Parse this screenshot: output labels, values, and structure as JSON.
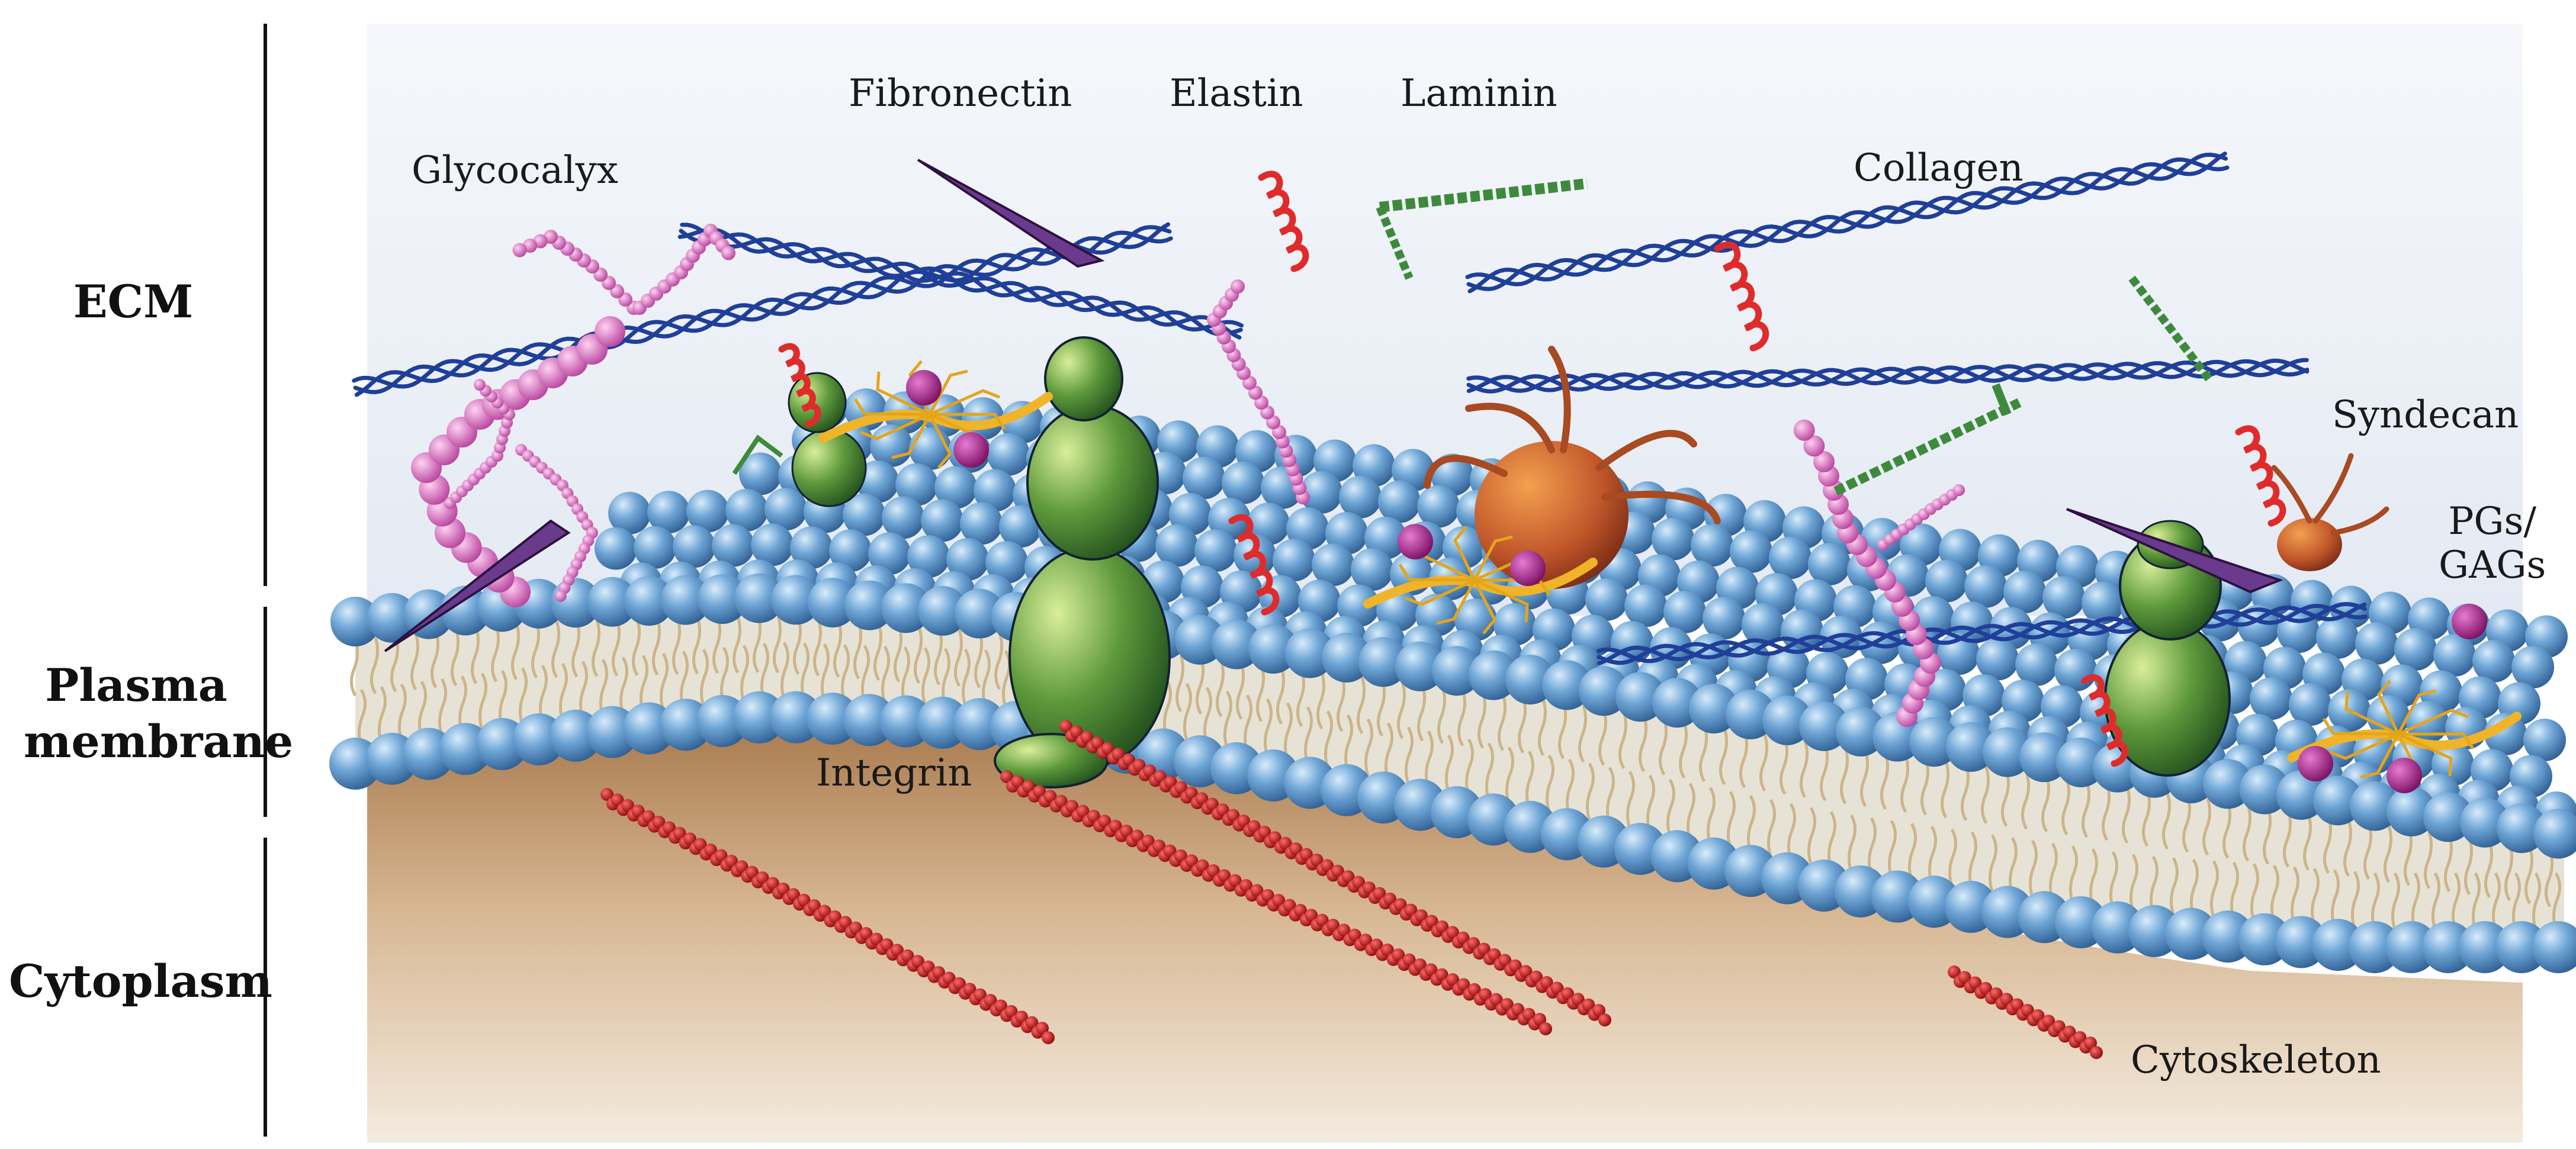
{
  "regions": [
    {
      "key": "ecm",
      "lines": [
        "ECM"
      ]
    },
    {
      "key": "plasma_membrane",
      "lines": [
        "Plasma",
        "membrane"
      ]
    },
    {
      "key": "cytoplasm",
      "lines": [
        "Cytoplasm"
      ]
    }
  ],
  "components": {
    "glycocalyx": "Glycocalyx",
    "fibronectin": "Fibronectin",
    "elastin": "Elastin",
    "laminin": "Laminin",
    "collagen": "Collagen",
    "syndecan": "Syndecan",
    "pgs_gags": [
      "PGs/",
      "GAGs"
    ],
    "integrin": "Integrin",
    "cytoskeleton": "Cytoskeleton"
  },
  "colors": {
    "ecm_background": "#eef2f8",
    "cytoplasm": "#c9a27a",
    "lipid_head": "#5b95c9",
    "lipid_tail": "#cdb48a",
    "membrane_core": "#e6e3d6",
    "collagen": "#1f3f98",
    "glycocalyx": "#d676c6",
    "elastin": "#e02b2b",
    "laminin": "#3e8a3c",
    "fibronectin": "#6a3b8c",
    "integrin": "#5f9a3c",
    "syndecan": "#c0562a",
    "gag_chain": "#f0b429",
    "core_protein": "#9c1a78",
    "actin": "#cc1111"
  }
}
